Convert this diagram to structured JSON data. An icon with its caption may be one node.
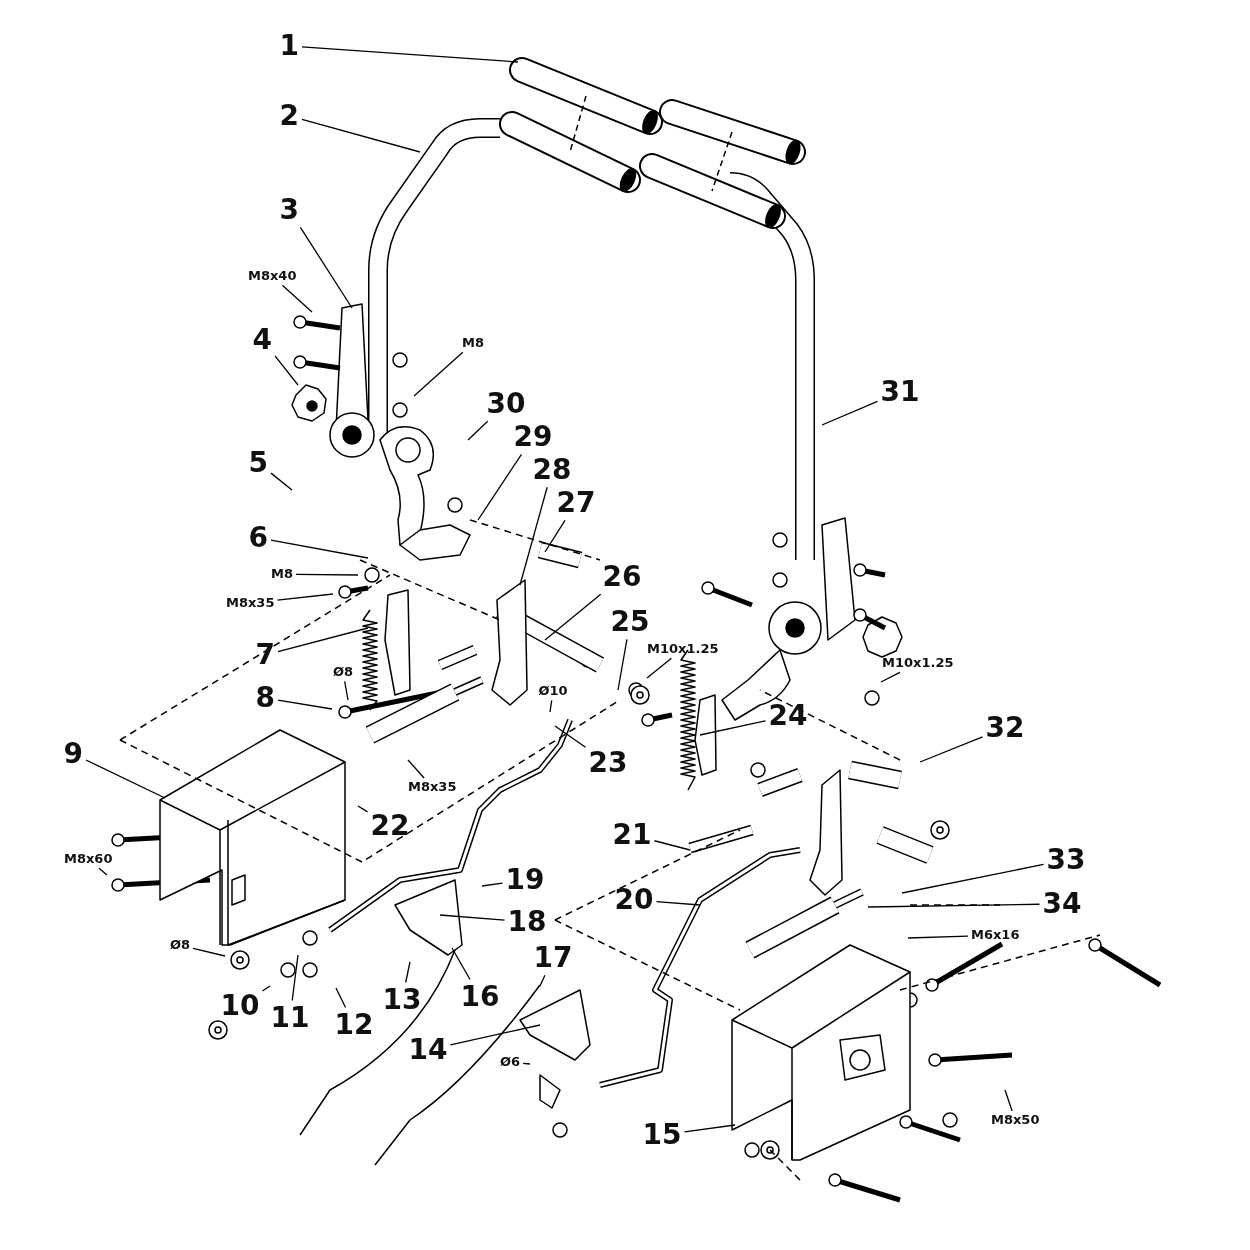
{
  "diagram": {
    "nodes": [
      {
        "text": [
          "1"
        ]
      },
      {
        "text": [
          "2"
        ]
      },
      {
        "text": [
          "3"
        ]
      },
      {
        "text": [
          "4"
        ]
      },
      {
        "text": [
          "5"
        ]
      },
      {
        "text": [
          "6"
        ]
      },
      {
        "text": [
          "7"
        ]
      },
      {
        "text": [
          "8"
        ]
      },
      {
        "text": [
          "9"
        ]
      },
      {
        "text": [
          "10"
        ]
      },
      {
        "text": [
          "11"
        ]
      },
      {
        "text": [
          "12"
        ]
      },
      {
        "text": [
          "13"
        ]
      },
      {
        "text": [
          "14"
        ]
      },
      {
        "text": [
          "15"
        ]
      },
      {
        "text": [
          "16"
        ]
      },
      {
        "text": [
          "17"
        ]
      },
      {
        "text": [
          "18"
        ]
      },
      {
        "text": [
          "19"
        ]
      },
      {
        "text": [
          "20"
        ]
      },
      {
        "text": [
          "21"
        ]
      },
      {
        "text": [
          "22"
        ]
      },
      {
        "text": [
          "23"
        ]
      },
      {
        "text": [
          "24"
        ]
      },
      {
        "text": [
          "25"
        ]
      },
      {
        "text": [
          "26"
        ]
      },
      {
        "text": [
          "27"
        ]
      },
      {
        "text": [
          "28"
        ]
      },
      {
        "text": [
          "29"
        ]
      },
      {
        "text": [
          "30"
        ]
      },
      {
        "text": [
          "31"
        ]
      },
      {
        "text": [
          "32"
        ]
      },
      {
        "text": [
          "33"
        ]
      },
      {
        "text": [
          "34"
        ]
      },
      {
        "text": [
          "M8x40"
        ]
      },
      {
        "text": [
          "M8"
        ]
      },
      {
        "text": [
          "M8"
        ]
      },
      {
        "text": [
          "M8x35"
        ]
      },
      {
        "text": [
          "M10x1.25"
        ]
      },
      {
        "text": [
          "M10x1.25"
        ]
      },
      {
        "text": [
          "Ø8"
        ]
      },
      {
        "text": [
          "Ø10"
        ]
      },
      {
        "text": [
          "M8x35"
        ]
      },
      {
        "text": [
          "M8x60"
        ]
      },
      {
        "text": [
          "M6x16"
        ]
      },
      {
        "text": [
          "Ø8"
        ]
      },
      {
        "text": [
          "Ø6"
        ]
      },
      {
        "text": [
          "M8x50"
        ]
      }
    ],
    "edges": [
      {
        "from": 0,
        "to": null,
        "arrow": "none"
      },
      {
        "from": 1,
        "to": null,
        "arrow": "none"
      },
      {
        "from": 2,
        "to": null,
        "arrow": "none"
      },
      {
        "from": 3,
        "to": null,
        "arrow": "none"
      },
      {
        "from": 4,
        "to": null,
        "arrow": "none"
      },
      {
        "from": 5,
        "to": null,
        "arrow": "none"
      },
      {
        "from": 6,
        "to": null,
        "arrow": "none"
      },
      {
        "from": 7,
        "to": null,
        "arrow": "none"
      },
      {
        "from": 8,
        "to": null,
        "arrow": "none"
      },
      {
        "from": 9,
        "to": null,
        "arrow": "none"
      },
      {
        "from": 10,
        "to": null,
        "arrow": "none"
      },
      {
        "from": 11,
        "to": null,
        "arrow": "none"
      },
      {
        "from": 12,
        "to": null,
        "arrow": "none"
      },
      {
        "from": 13,
        "to": null,
        "arrow": "none"
      },
      {
        "from": 14,
        "to": null,
        "arrow": "none"
      },
      {
        "from": 15,
        "to": null,
        "arrow": "none"
      },
      {
        "from": 16,
        "to": null,
        "arrow": "none"
      },
      {
        "from": 17,
        "to": null,
        "arrow": "none"
      },
      {
        "from": 18,
        "to": null,
        "arrow": "none"
      },
      {
        "from": 19,
        "to": null,
        "arrow": "none"
      },
      {
        "from": 20,
        "to": null,
        "arrow": "none"
      },
      {
        "from": 21,
        "to": null,
        "arrow": "none"
      },
      {
        "from": 22,
        "to": null,
        "arrow": "none"
      },
      {
        "from": 23,
        "to": null,
        "arrow": "none"
      },
      {
        "from": 24,
        "to": null,
        "arrow": "none"
      },
      {
        "from": 25,
        "to": null,
        "arrow": "none"
      },
      {
        "from": 26,
        "to": null,
        "arrow": "none"
      },
      {
        "from": 27,
        "to": null,
        "arrow": "none"
      },
      {
        "from": 28,
        "to": null,
        "arrow": "none"
      },
      {
        "from": 29,
        "to": null,
        "arrow": "none"
      },
      {
        "from": 30,
        "to": null,
        "arrow": "none"
      },
      {
        "from": 31,
        "to": null,
        "arrow": "none"
      },
      {
        "from": 32,
        "to": null,
        "arrow": "none"
      },
      {
        "from": 33,
        "to": null,
        "arrow": "none"
      },
      {
        "from": 34,
        "to": null,
        "arrow": "none"
      },
      {
        "from": 35,
        "to": null,
        "arrow": "none"
      },
      {
        "from": 36,
        "to": null,
        "arrow": "none"
      },
      {
        "from": 37,
        "to": null,
        "arrow": "none"
      },
      {
        "from": 38,
        "to": null,
        "arrow": "none"
      },
      {
        "from": 39,
        "to": null,
        "arrow": "none"
      },
      {
        "from": 40,
        "to": null,
        "arrow": "none"
      },
      {
        "from": 41,
        "to": null,
        "arrow": "none"
      },
      {
        "from": 42,
        "to": null,
        "arrow": "none"
      },
      {
        "from": 43,
        "to": null,
        "arrow": "none"
      },
      {
        "from": 44,
        "to": null,
        "arrow": "none"
      },
      {
        "from": 45,
        "to": null,
        "arrow": "none"
      },
      {
        "from": 46,
        "to": null,
        "arrow": "none"
      },
      {
        "from": 47,
        "to": null,
        "arrow": "none"
      }
    ]
  }
}
